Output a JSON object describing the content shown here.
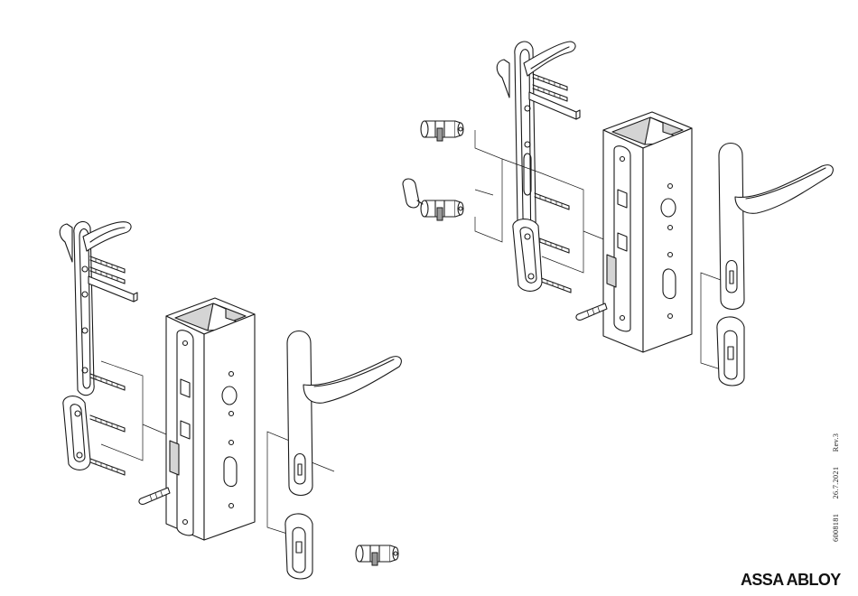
{
  "document": {
    "code": "6008181",
    "date": "26.7.2021",
    "revision": "Rev.3"
  },
  "brand": {
    "logo_text": "ASSA ABLOY"
  }
}
